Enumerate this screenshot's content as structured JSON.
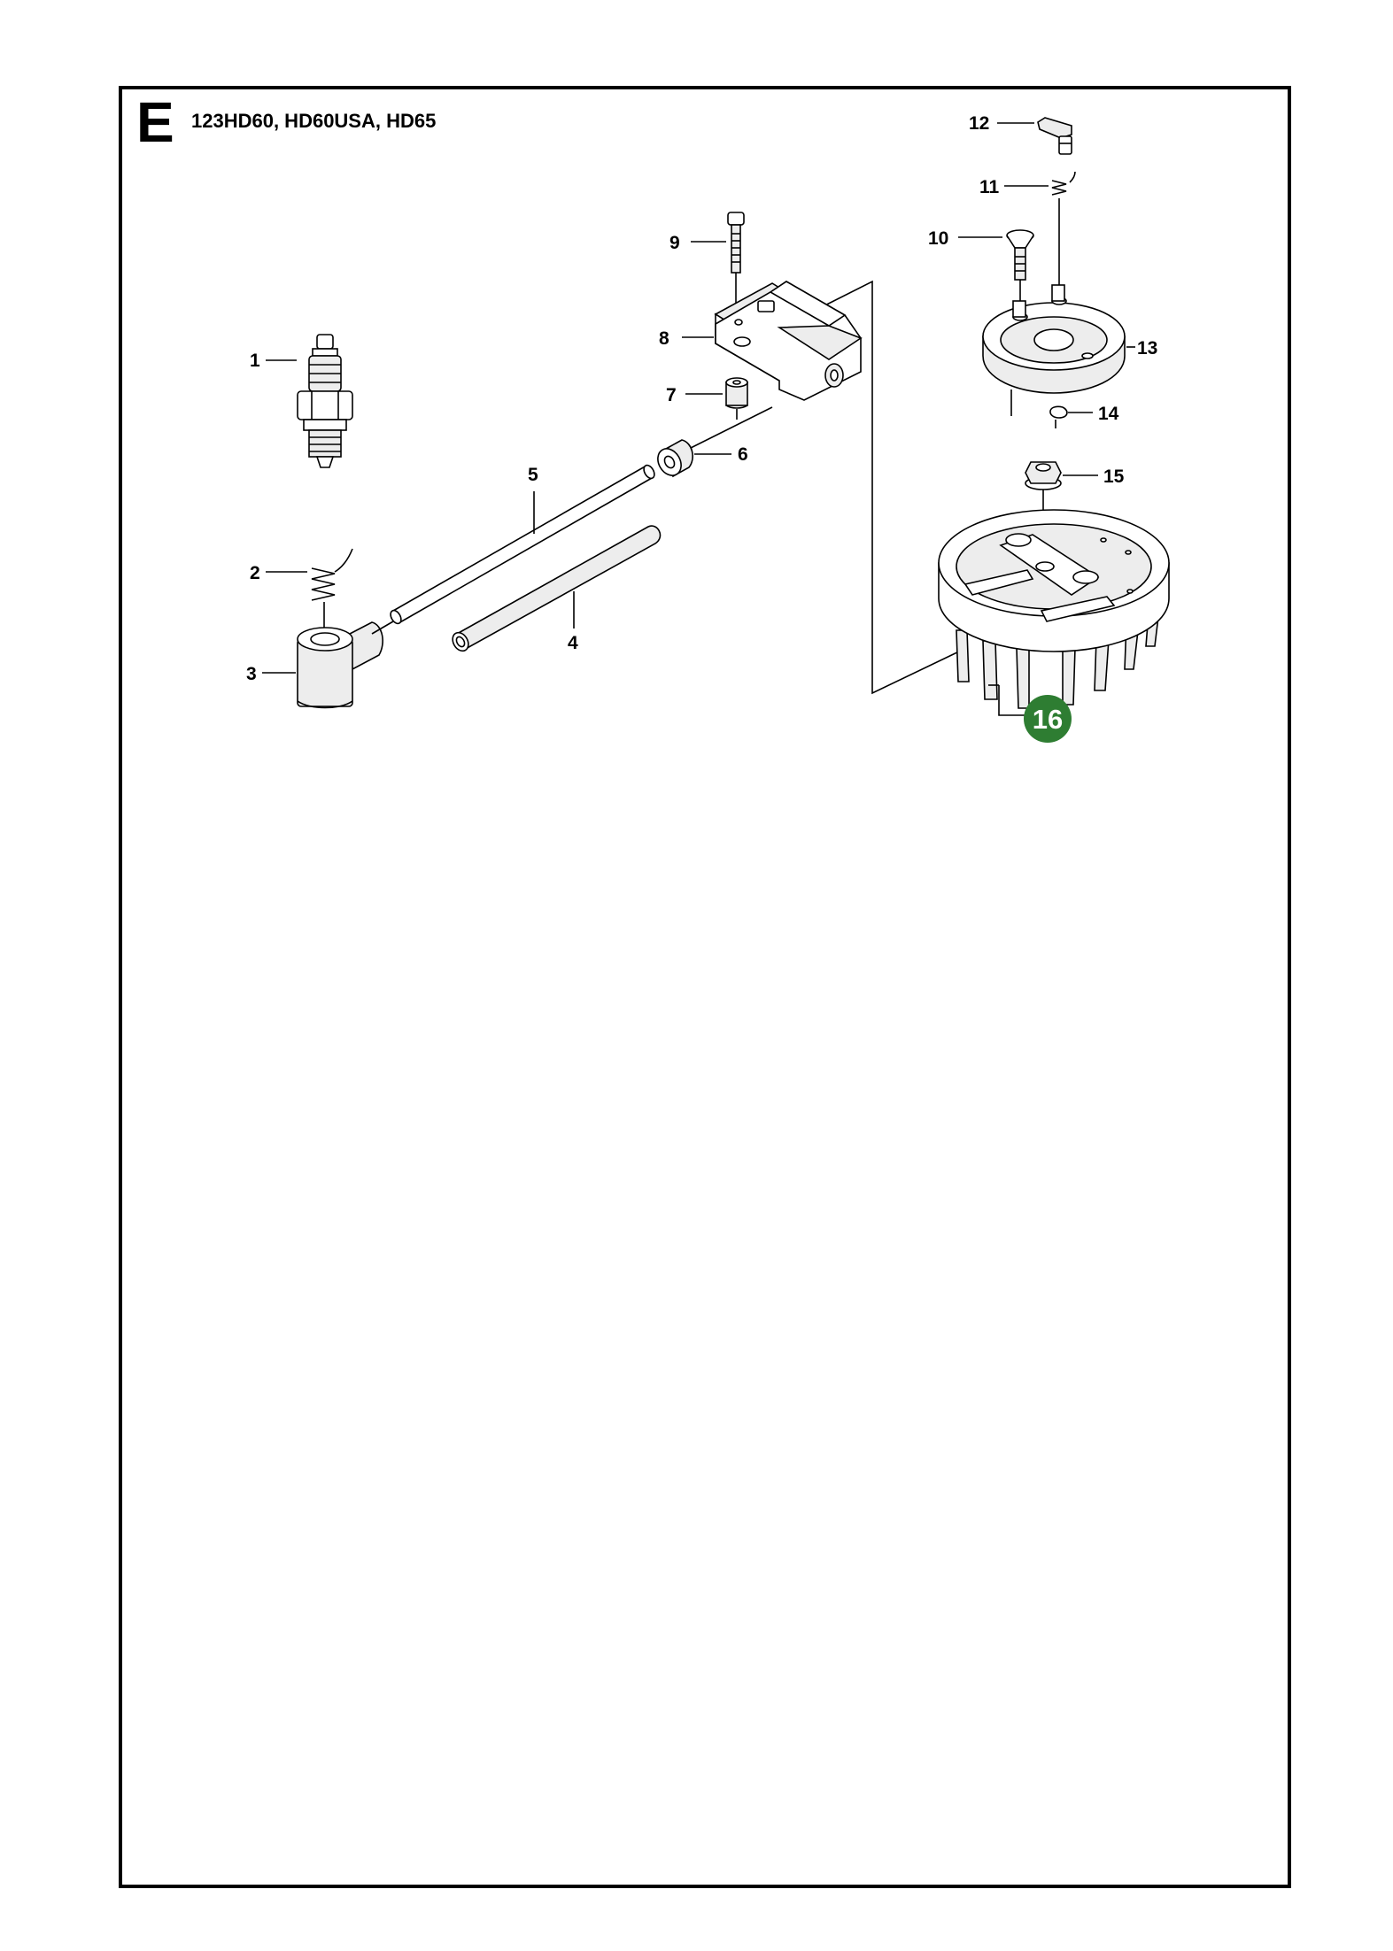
{
  "header": {
    "section_letter": "E",
    "models": "123HD60, HD60USA, HD65"
  },
  "callouts": {
    "p1": "1",
    "p2": "2",
    "p3": "3",
    "p4": "4",
    "p5": "5",
    "p6": "6",
    "p7": "7",
    "p8": "8",
    "p9": "9",
    "p10": "10",
    "p11": "11",
    "p12": "12",
    "p13": "13",
    "p14": "14",
    "p15": "15",
    "p16": "16"
  },
  "highlight": {
    "number": "16",
    "color": "#2e7d32"
  }
}
